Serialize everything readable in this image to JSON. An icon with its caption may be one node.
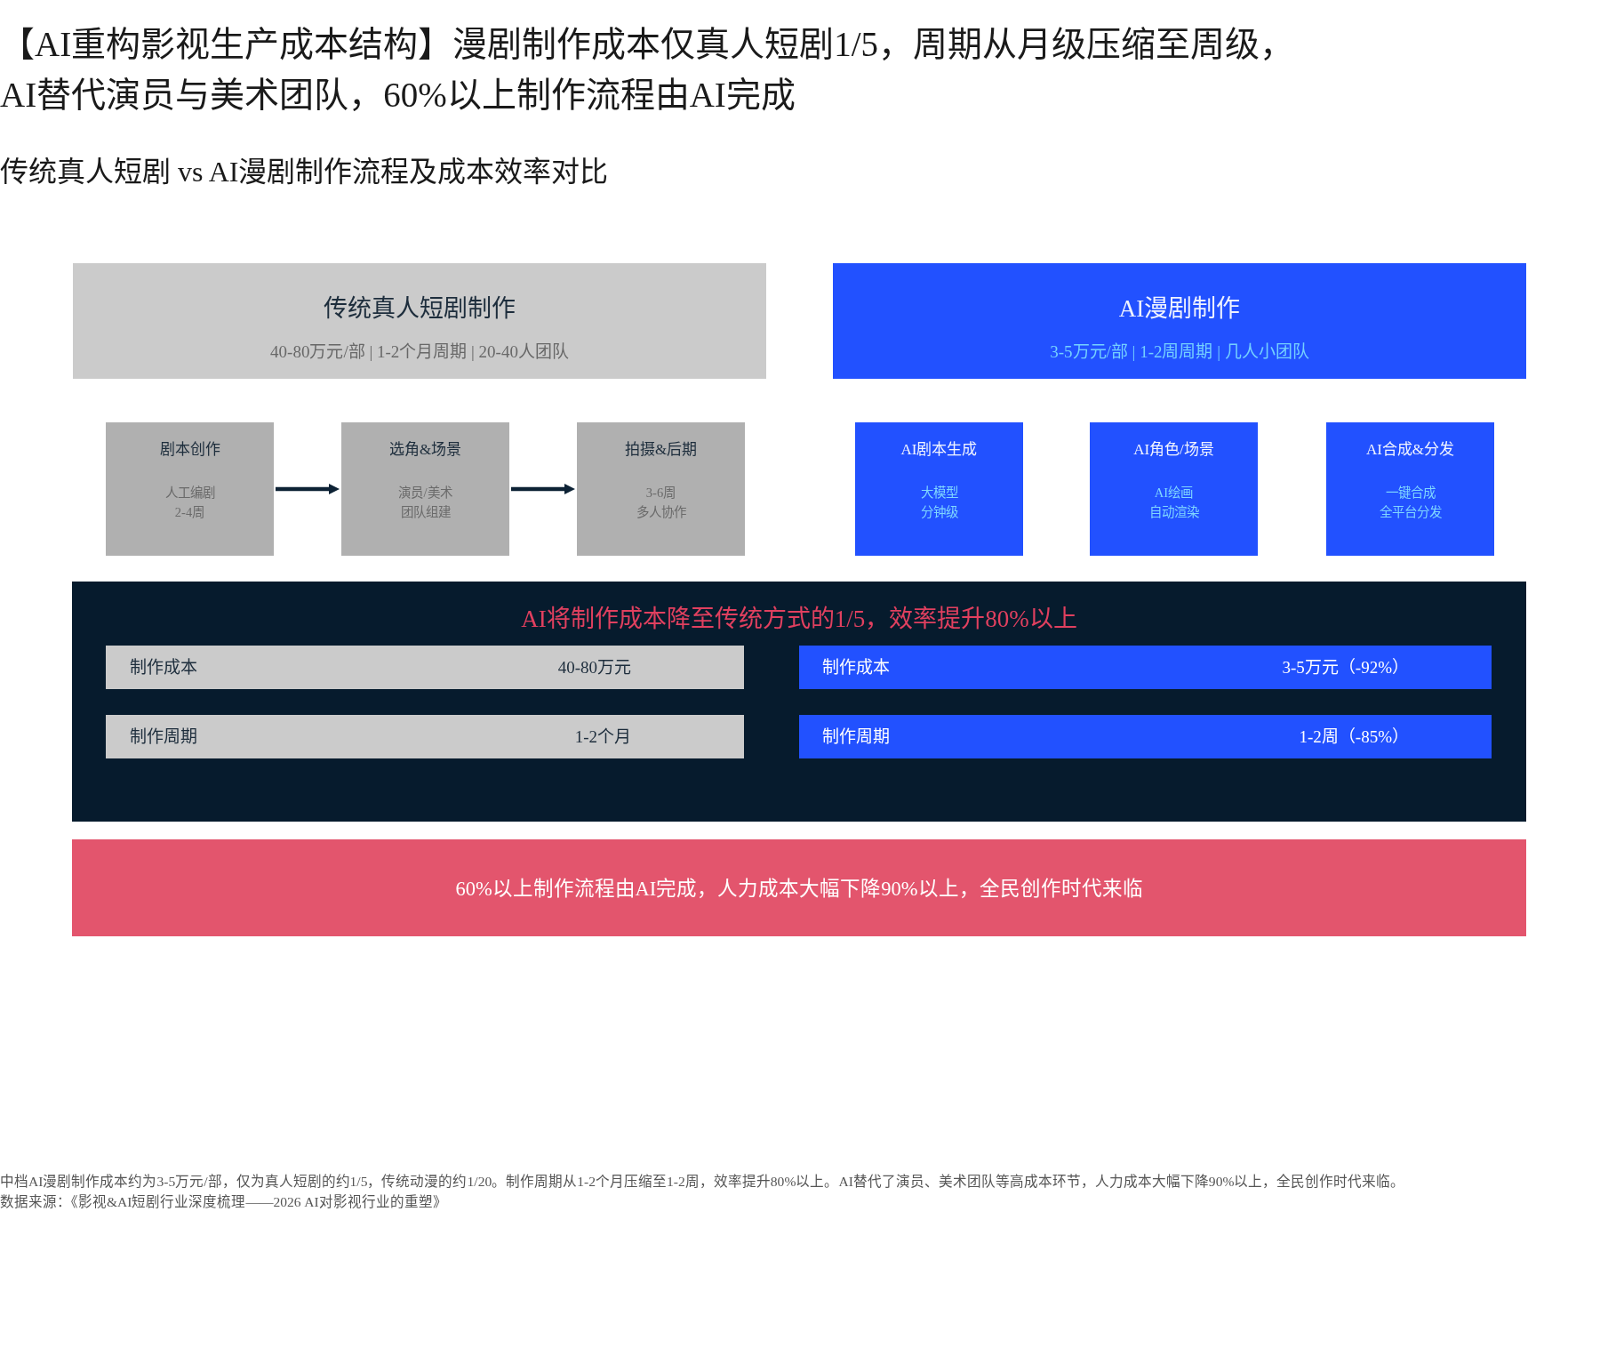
{
  "diagram": {
    "title": "【AI重构影视生产成本结构】漫剧制作成本仅真人短剧1/5，周期从月级压缩至周级，AI替代演员与美术团队，60%以上制作流程由AI完成",
    "caption": "中档AI漫剧制作成本约为3-5万元/部，仅为真人短剧的约1/5，传统动漫的约1/20。制作周期从1-2个月压缩至1-2周，效率提升80%以上。AI替代了演员、美术团队等高成本环节，人力成本大幅下降90%以上，全民创作时代来临。",
    "nodes": [
      {
        "text": [
          "传统真人短剧制作",
          "40-80万元/部 | 1-2个月周期 | 20-40人团队"
        ]
      },
      {
        "text": [
          "AI漫剧制作",
          "3-5万元/部 | 1-2周周期 | 几人小团队"
        ]
      },
      {
        "text": [
          "剧本创作",
          "人工编剧",
          "2-4周"
        ]
      },
      {
        "text": [
          "选角&场景",
          "演员/美术团队组建"
        ]
      },
      {
        "text": [
          "拍摄&后期",
          "3-6周",
          "多人协作"
        ]
      },
      {
        "text": [
          "AI剧本生成",
          "大模型",
          "分钟级"
        ]
      },
      {
        "text": [
          "AI角色/场景",
          "AI绘画",
          "自动渲染"
        ]
      },
      {
        "text": [
          "AI合成&分发",
          "一键合成",
          "全平台分发"
        ]
      },
      {
        "text": [
          "AI将制作成本降至传统方式的1/5，效率提升80%以上"
        ]
      },
      {
        "text": [
          "制作成本",
          "40-80万元"
        ],
        "in": 8
      },
      {
        "text": [
          "制作成本",
          "3-5万元（-92%）"
        ],
        "in": 8
      },
      {
        "text": [
          "制作周期",
          "1-2个月"
        ],
        "in": 8
      },
      {
        "text": [
          "制作周期",
          "1-2周（-85%）"
        ],
        "in": 8
      },
      {
        "text": [
          "60%以上制作流程由AI完成，人力成本大幅下降90%以上，全民创作时代来临"
        ]
      }
    ],
    "edges": [
      {
        "from": 2,
        "to": 3,
        "arrow": "to"
      },
      {
        "from": 3,
        "to": 4,
        "arrow": "to"
      }
    ],
    "labels": [
      "传统真人短剧 vs AI漫剧制作流程及成本效率对比",
      "数据来源：《影视&AI短剧行业深度梳理——2026 AI对影视行业的重塑》"
    ]
  }
}
